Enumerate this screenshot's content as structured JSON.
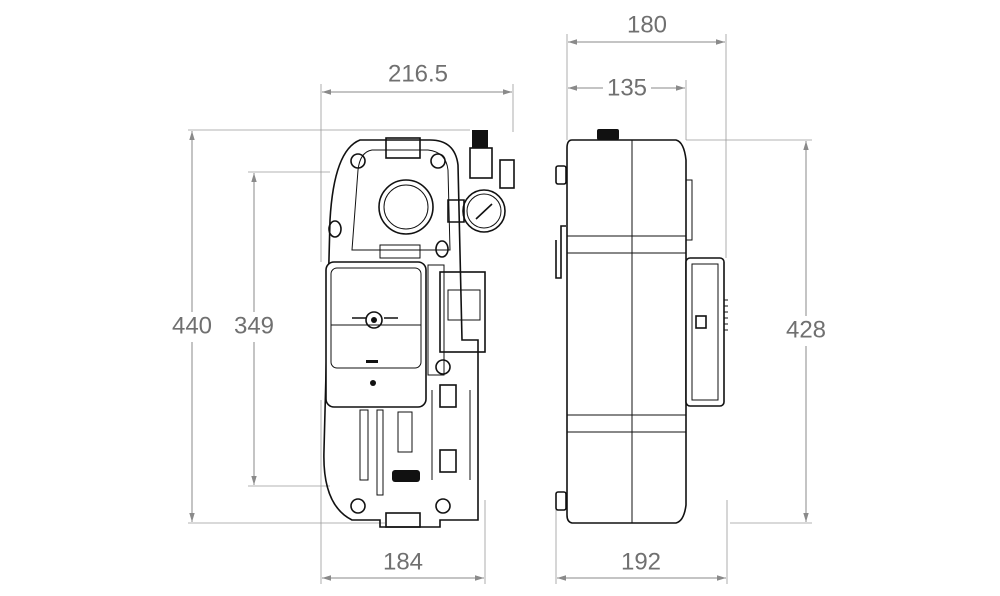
{
  "dimensions": {
    "front_width_top": "216.5",
    "front_width_bottom": "184",
    "front_height_total": "440",
    "front_height_inner": "349",
    "side_width_top": "180",
    "side_width_inner": "135",
    "side_width_bottom": "192",
    "side_height": "428"
  },
  "colors": {
    "dimension": "#707070",
    "outline": "#111111"
  }
}
